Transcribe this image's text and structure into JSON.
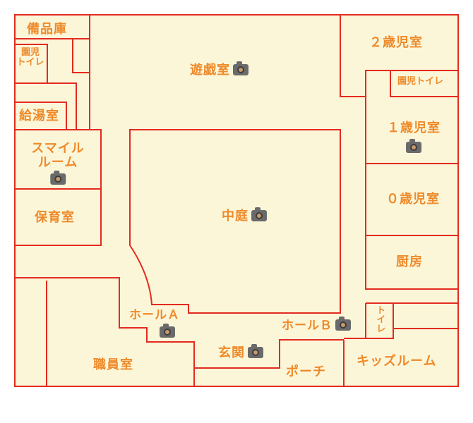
{
  "map": {
    "colors": {
      "wall": "#e32b1f",
      "floor": "#fcf6d9",
      "label": "#ee8a2a",
      "camera": "#6a6a6a"
    },
    "rooms": {
      "storage": "備品庫",
      "kids_toilet_left": [
        "園児",
        "トイレ"
      ],
      "kitchenette": "給湯室",
      "smile_room": [
        "スマイル",
        "ルーム"
      ],
      "nursing_room": "保育室",
      "playroom": "遊戯室",
      "courtyard": "中庭",
      "age2_room": "２歳児室",
      "kids_toilet_right": "園児トイレ",
      "age1_room": "１歳児室",
      "age0_room": "０歳児室",
      "kitchen": "厨房",
      "toilet": "トイレ",
      "hall_a": "ホールＡ",
      "hall_b": "ホールＢ",
      "entrance": "玄関",
      "staff_room": "職員室",
      "porch": "ポーチ",
      "kids_room": "キッズルーム"
    },
    "camera_icon": "camera-icon"
  }
}
